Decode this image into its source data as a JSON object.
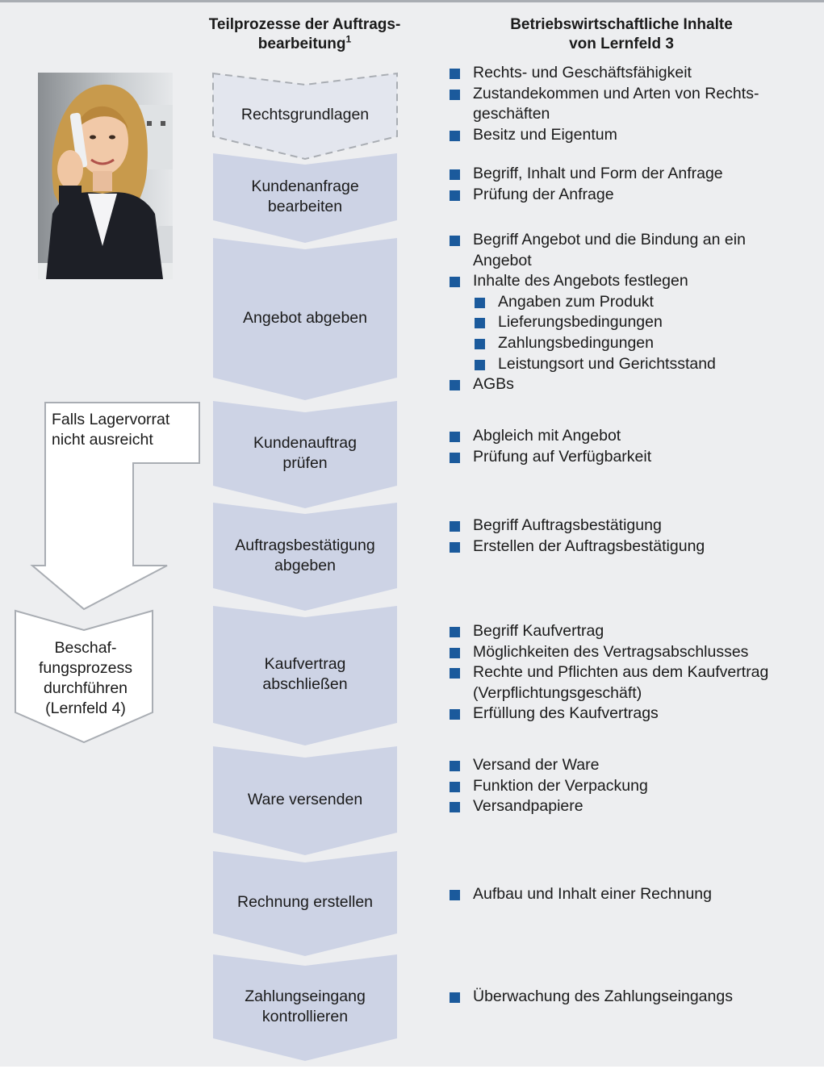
{
  "header": {
    "left_title": "Teilprozesse der Auftrags-bearbeitung",
    "left_title_line1": "Teilprozesse der Auftrags-",
    "left_title_line2": "bearbeitung",
    "left_footnote": "1",
    "right_title_line1": "Betriebswirtschaftliche Inhalte",
    "right_title_line2": "von Lernfeld 3"
  },
  "photo": {
    "description_icon": "woman-on-phone-photo"
  },
  "colors": {
    "background": "#edeef0",
    "step_fill": "#cdd3e5",
    "bullet": "#1b5a9c",
    "dashed_border": "#a9adb3"
  },
  "steps": [
    {
      "line1": "Rechtsgrundlagen",
      "line2": "",
      "dashed": true
    },
    {
      "line1": "Kundenanfrage",
      "line2": "bearbeiten",
      "dashed": false
    },
    {
      "line1": "Angebot abgeben",
      "line2": "",
      "dashed": false
    },
    {
      "line1": "Kundenauftrag",
      "line2": "prüfen",
      "dashed": false
    },
    {
      "line1": "Auftragsbestätigung",
      "line2": "abgeben",
      "dashed": false
    },
    {
      "line1": "Kaufvertrag",
      "line2": "abschließen",
      "dashed": false
    },
    {
      "line1": "Ware versenden",
      "line2": "",
      "dashed": false
    },
    {
      "line1": "Rechnung erstellen",
      "line2": "",
      "dashed": false
    },
    {
      "line1": "Zahlungseingang",
      "line2": "kontrollieren",
      "dashed": false
    }
  ],
  "side": {
    "falls_line1": "Falls Lagervorrat",
    "falls_line2": "nicht ausreicht",
    "beschaf_line1": "Beschaf-",
    "beschaf_line2": "fungsprozess",
    "beschaf_line3": "durchführen",
    "beschaf_line4": "(Lernfeld 4)"
  },
  "contents": [
    [
      "Rechts- und Geschäftsfähigkeit",
      "Zustandekommen und Arten von Rechts-|geschäften",
      "Besitz und Eigentum"
    ],
    [
      "Begriff, Inhalt und Form der Anfrage",
      "Prüfung der Anfrage"
    ],
    [
      "Begriff Angebot und die Bindung an ein|Angebot",
      "Inhalte des Angebots festlegen",
      ">Angaben zum Produkt",
      ">Lieferungsbedingungen",
      ">Zahlungsbedingungen",
      ">Leistungsort und Gerichtsstand",
      "AGBs"
    ],
    [
      "Abgleich mit Angebot",
      "Prüfung auf Verfügbarkeit"
    ],
    [
      "Begriff Auftragsbestätigung",
      "Erstellen der Auftragsbestätigung"
    ],
    [
      "Begriff Kaufvertrag",
      "Möglichkeiten des Vertragsabschlusses",
      "Rechte und Pflichten aus dem Kaufvertrag|(Verpflichtungsgeschäft)",
      "Erfüllung des Kaufvertrags"
    ],
    [
      "Versand der Ware",
      "Funktion der Verpackung",
      "Versandpapiere"
    ],
    [
      "Aufbau und Inhalt einer Rechnung"
    ],
    [
      "Überwachung des Zahlungseingangs"
    ]
  ]
}
